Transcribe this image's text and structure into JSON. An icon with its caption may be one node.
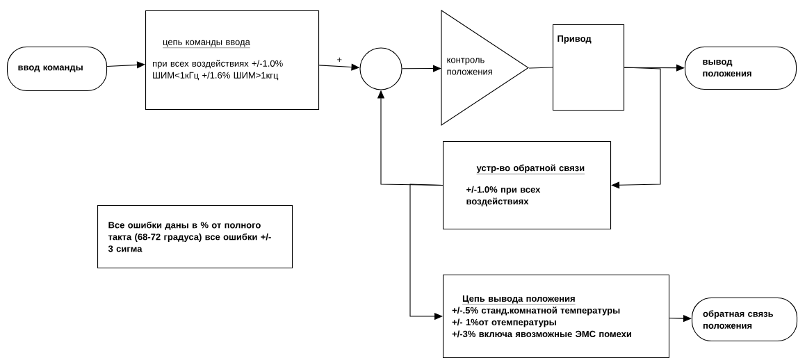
{
  "diagram": {
    "nodes": [
      {
        "text": [
          "ввод команды"
        ]
      },
      {
        "text": [
          "цепь команды ввода",
          "при всех воздействиях +/-1.0% ШИМ<1кГц +/1.6% ШИМ>1кгц"
        ]
      },
      {
        "text": [],
        "shape": "circle"
      },
      {
        "text": [
          "контроль положения"
        ]
      },
      {
        "text": [
          "Привод"
        ]
      },
      {
        "text": [
          "вывод положения"
        ]
      },
      {
        "text": [
          "устр-во обратной связи",
          "+/-1.0% при всех воздействиях"
        ]
      },
      {
        "text": [
          "Все ошибки даны в % от полного такта (68-72 градуса) все ошибки +/-3 сигма"
        ]
      },
      {
        "text": [
          "Цепь вывода положения",
          "+/-.5% станд.комнатной температуры",
          "+/- 1%от отемпературы",
          "+/-3% включа явозможные ЭМС помехи"
        ]
      },
      {
        "text": [
          "обратная связь положения"
        ]
      }
    ],
    "edges": [
      {
        "from": 0,
        "to": 1,
        "arrow": "to"
      },
      {
        "from": 1,
        "to": 2,
        "arrow": "to",
        "label": "+"
      },
      {
        "from": 2,
        "to": 3,
        "arrow": "to"
      },
      {
        "from": 3,
        "to": 4,
        "arrow": "none"
      },
      {
        "from": 4,
        "to": 5,
        "arrow": "to"
      },
      {
        "from": 4,
        "to": 6,
        "arrow": "to"
      },
      {
        "from": 6,
        "to": 2,
        "arrow": "to"
      },
      {
        "from": 6,
        "to": 8,
        "arrow": "to"
      },
      {
        "from": 8,
        "to": 9,
        "arrow": "to"
      }
    ]
  }
}
